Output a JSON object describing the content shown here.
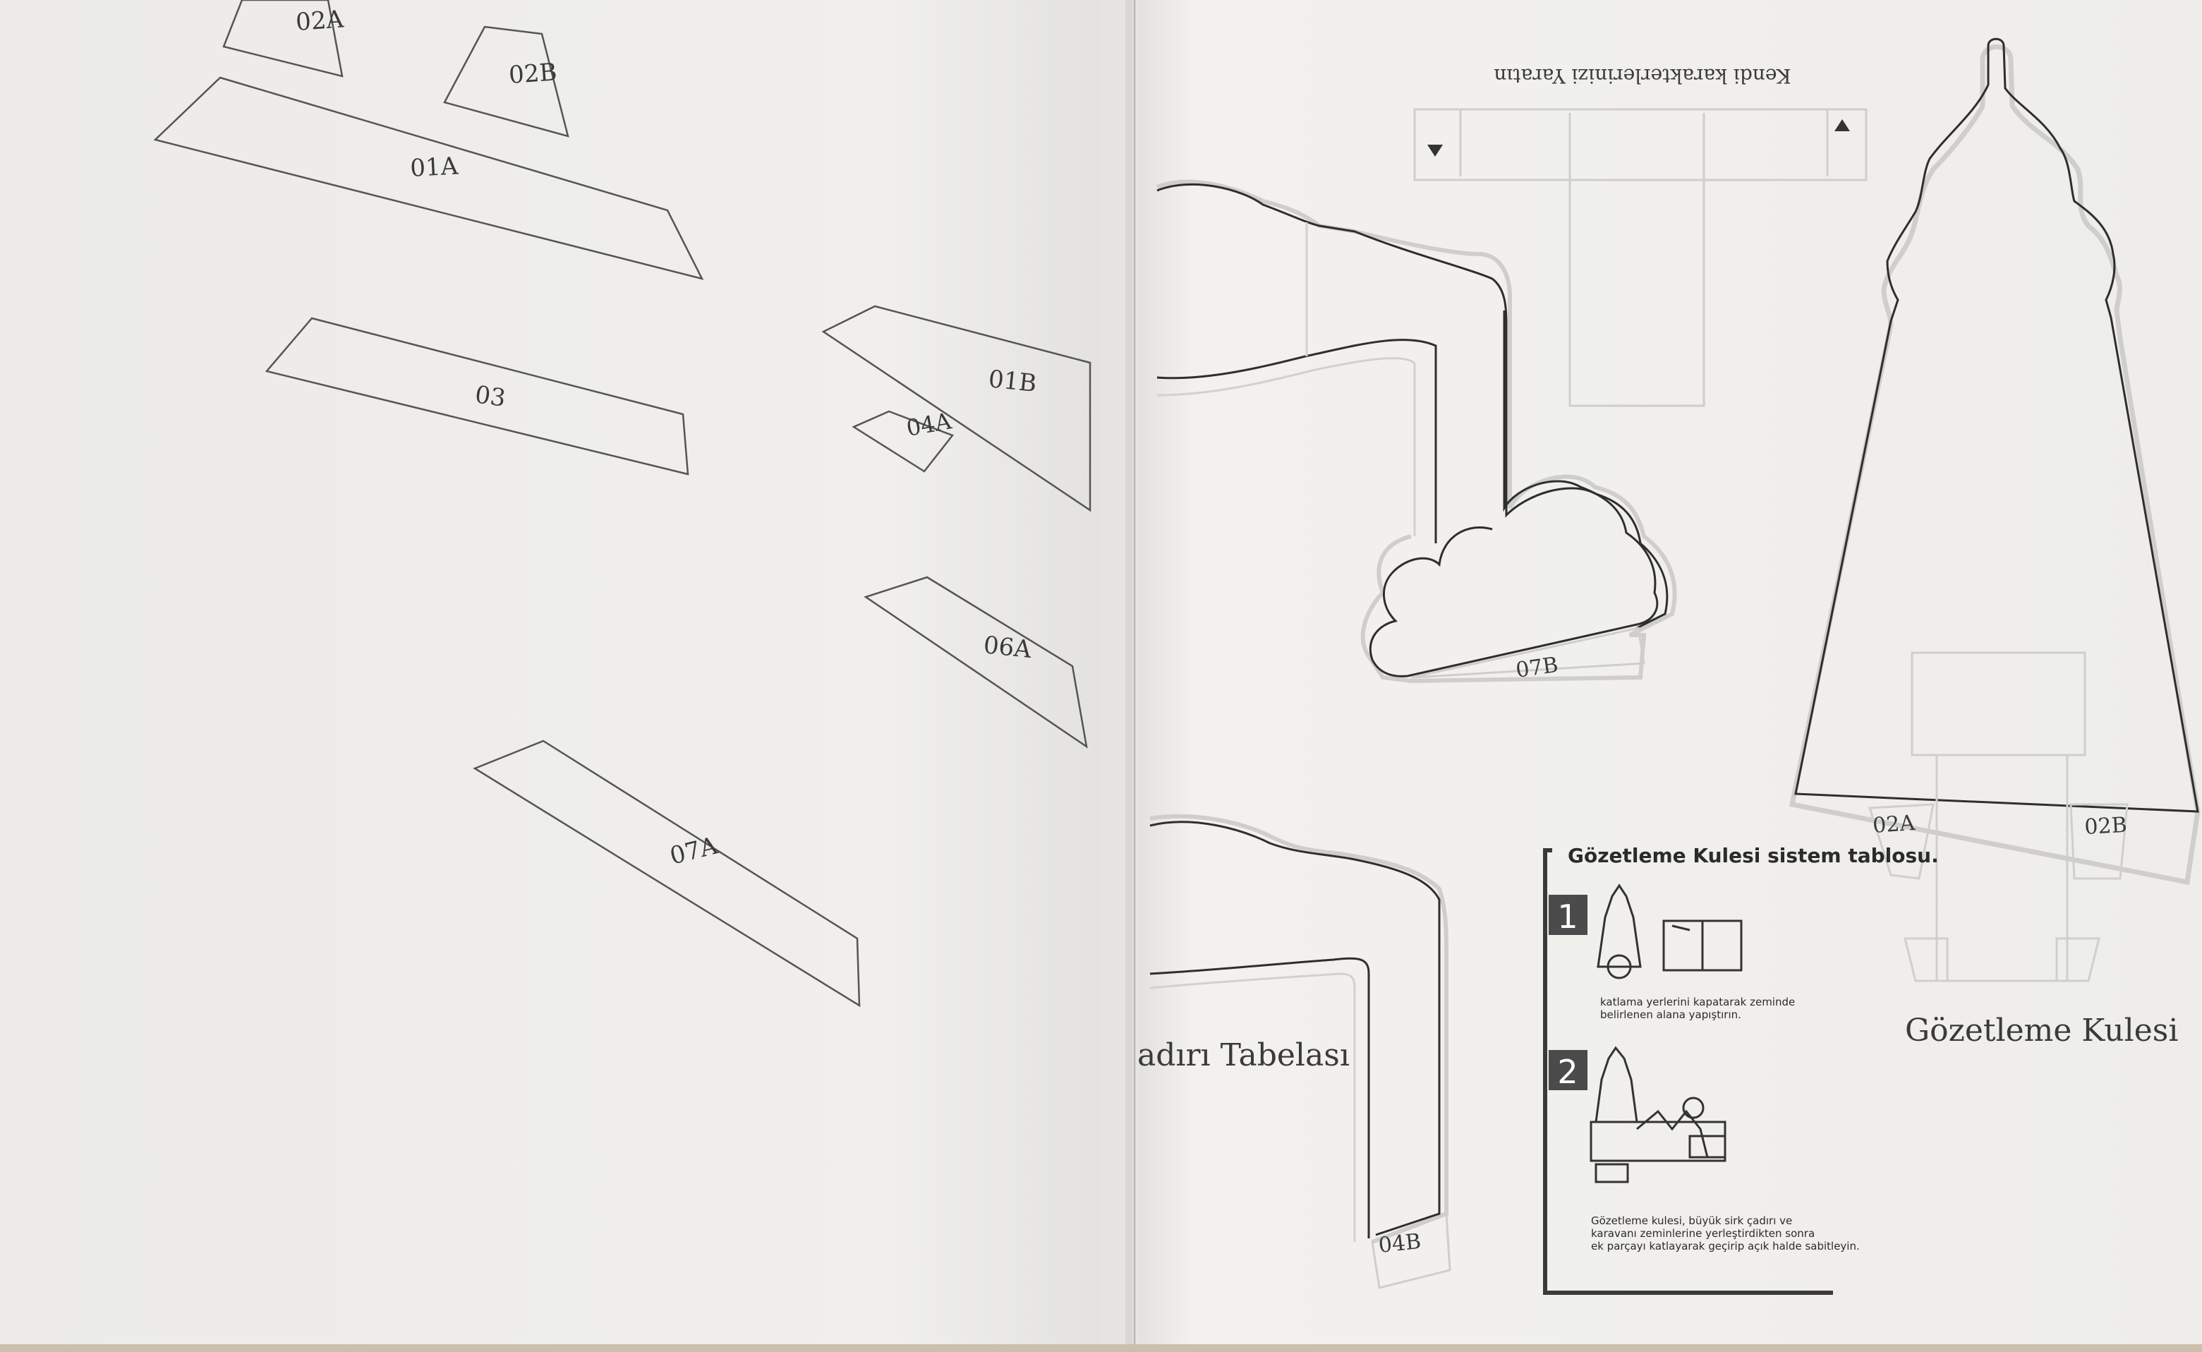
{
  "left_page": {
    "pieces": {
      "p02A": "02A",
      "p02B": "02B",
      "p01A": "01A",
      "p03": "03",
      "p01B": "01B",
      "p04A": "04A",
      "p06A": "06A",
      "p07A": "07A"
    }
  },
  "right_page": {
    "upside_down_title": "Kendi karakterlerinizi Yaratın",
    "piece_07B": "07B",
    "piece_04B": "04B",
    "tower_tab_02A": "02A",
    "tower_tab_02B": "02B",
    "tower_name": "Gözetleme Kulesi",
    "sign_title": "adırı Tabelası",
    "system_table": {
      "title": "Gözetleme Kulesi sistem tablosu.",
      "step1_number": "1",
      "step1_text_line1": "katlama yerlerini kapatarak zeminde",
      "step1_text_line2": "belirlenen alana yapıştırın.",
      "step2_number": "2",
      "step2_text_line1": "Gözetleme kulesi, büyük sirk çadırı ve",
      "step2_text_line2": "karavanı zeminlerine yerleştirdikten sonra",
      "step2_text_line3": "ek parçayı katlayarak geçirip açık halde sabitleyin."
    }
  },
  "colors": {
    "page": "#f1f0ec",
    "spine": "#e4e3df",
    "line": "#4a4a4a",
    "emboss": "#d6d5d0"
  }
}
